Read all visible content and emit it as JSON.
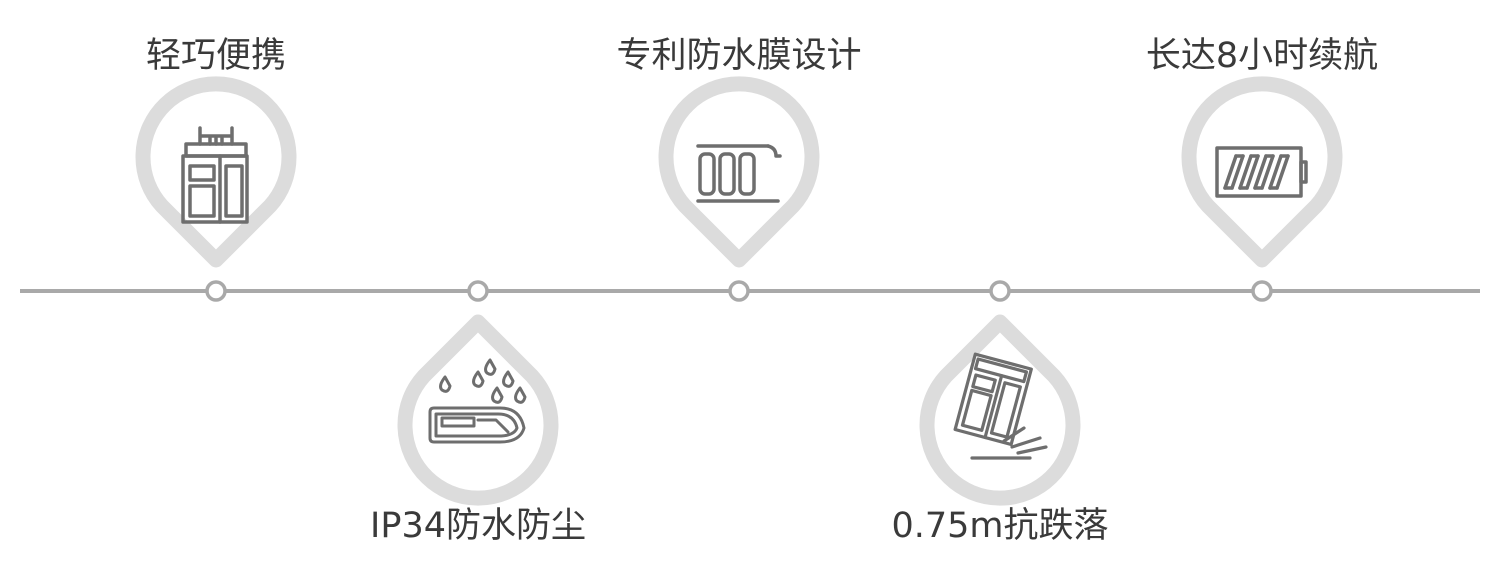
{
  "colors": {
    "background": "#ffffff",
    "timeline_line": "#a9a9a9",
    "pin_ring": "#dcdcdc",
    "icon_stroke": "#6e6e6e",
    "label_text": "#3a3a3a"
  },
  "features": [
    {
      "label": "轻巧便携",
      "icon": "portable-device-icon",
      "pin_direction": "down"
    },
    {
      "label": "IP34防水防尘",
      "icon": "water-drops-device-icon",
      "pin_direction": "up"
    },
    {
      "label": "专利防水膜设计",
      "icon": "waterproof-membrane-icon",
      "pin_direction": "down"
    },
    {
      "label": "0.75m抗跌落",
      "icon": "drop-impact-device-icon",
      "pin_direction": "up"
    },
    {
      "label": "长达8小时续航",
      "icon": "battery-icon",
      "pin_direction": "down"
    }
  ]
}
